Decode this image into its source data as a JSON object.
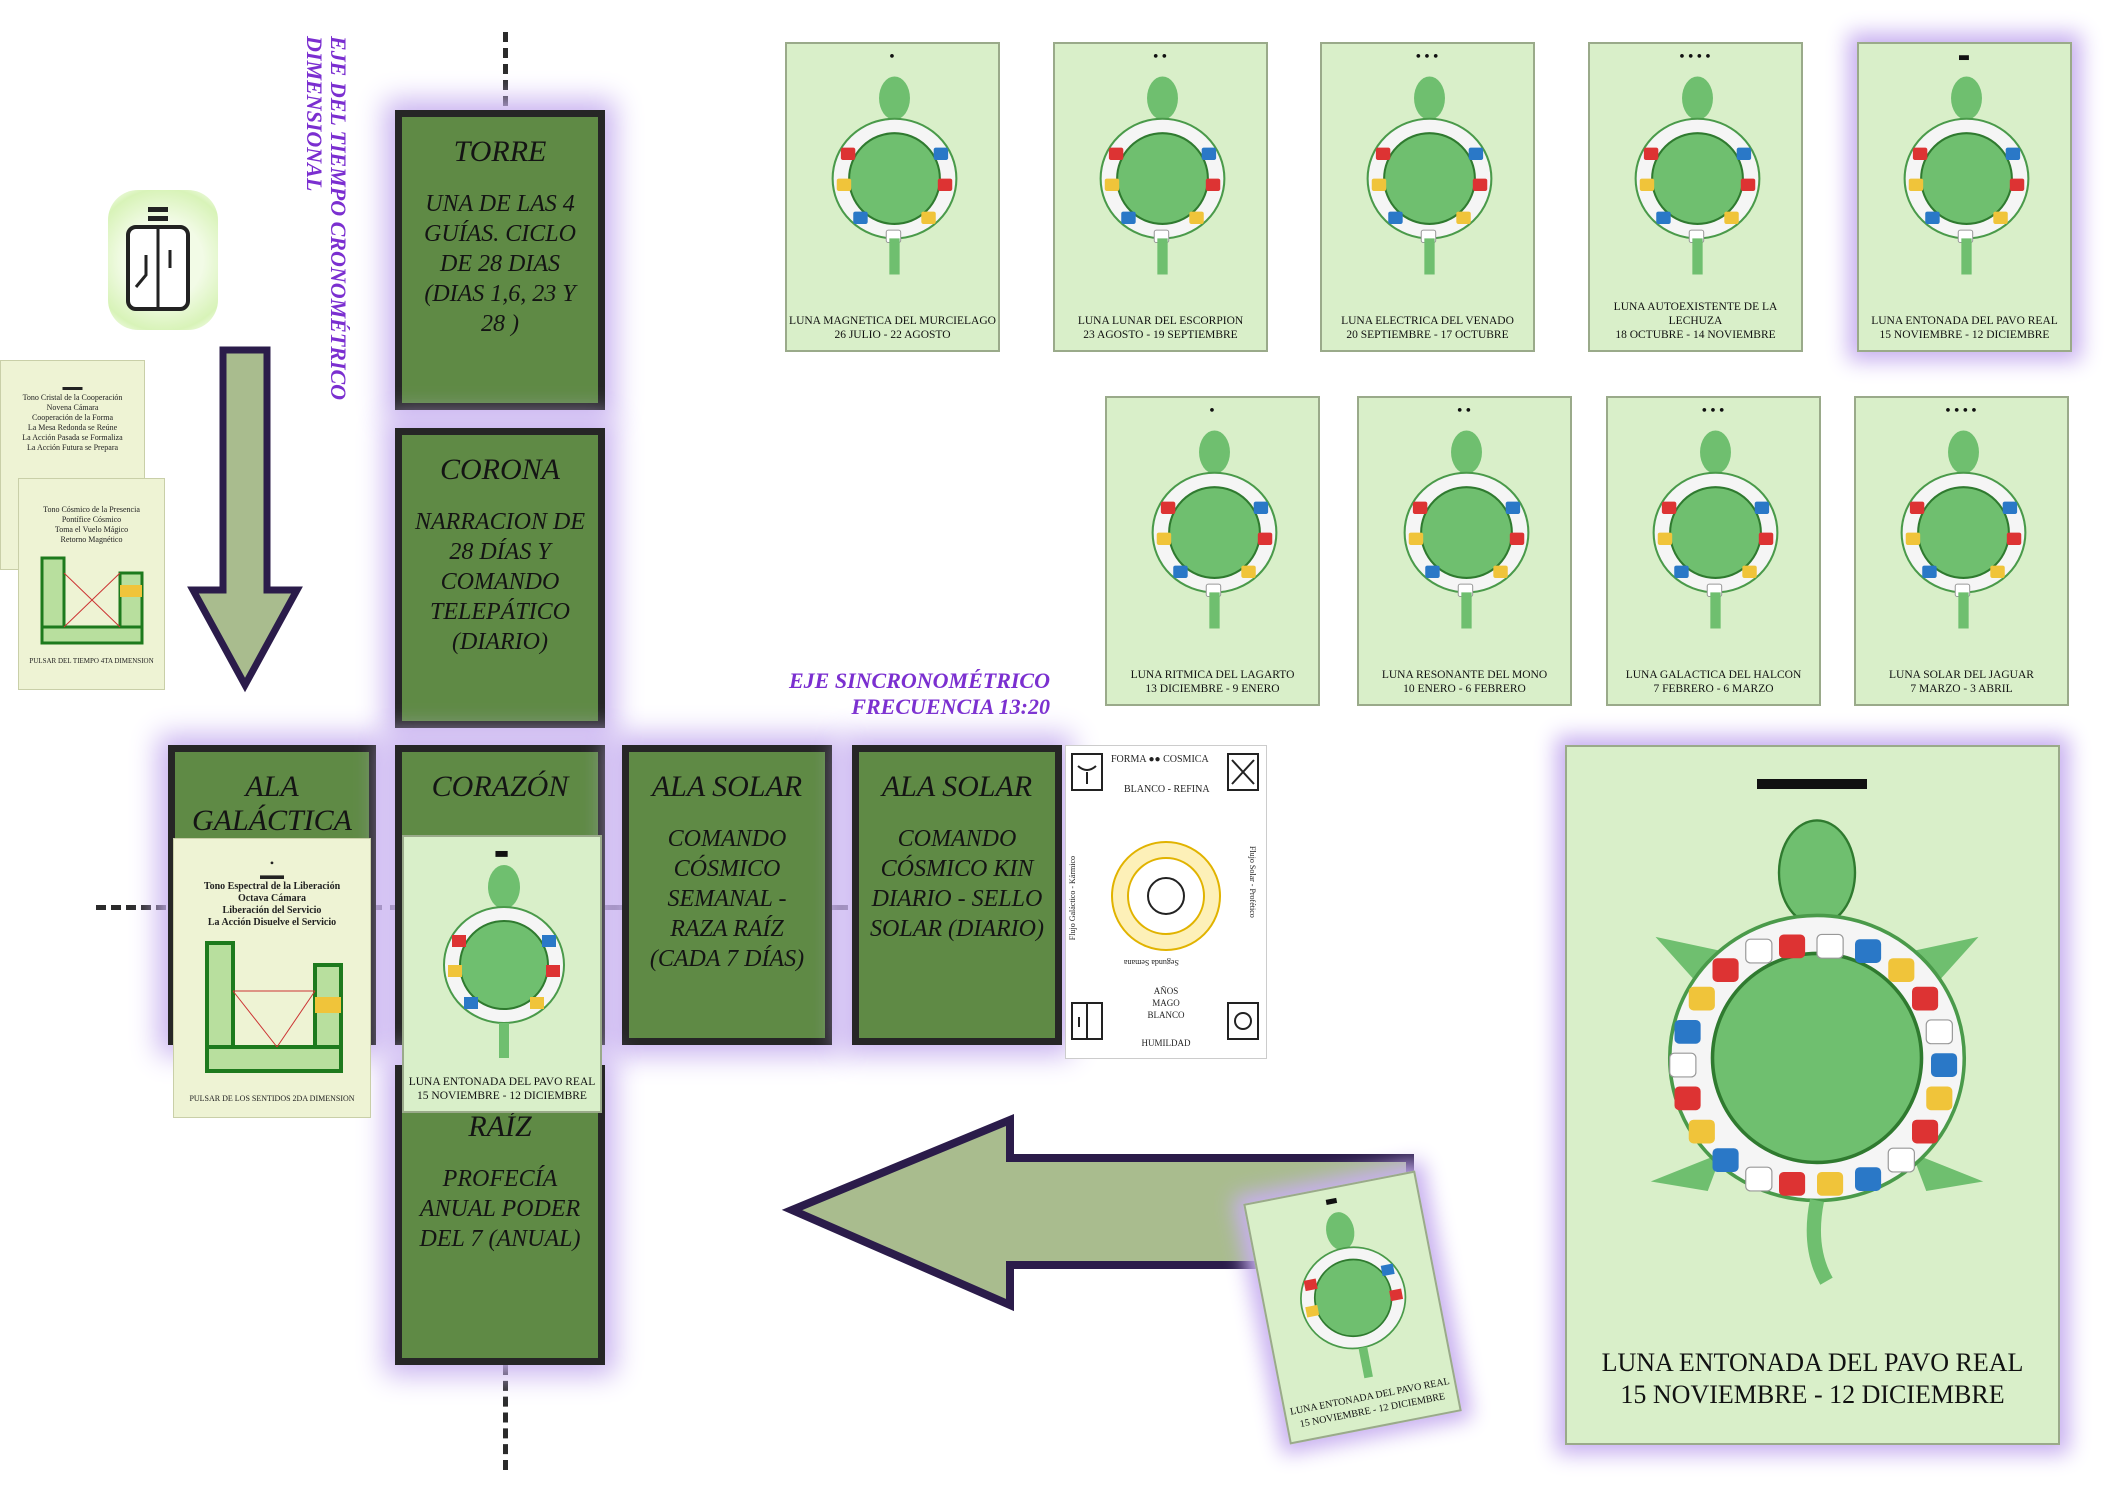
{
  "axes": {
    "vertical_label_1": "EJE DEL TIEMPO CRONOMÉTRICO",
    "vertical_label_2": "DIMENSIONAL",
    "horizontal_label_1": "EJE SINCRONOMÉTRICO",
    "horizontal_label_2": "FRECUENCIA 13:20"
  },
  "boxes": {
    "torre": {
      "title": "TORRE",
      "text": "UNA DE LAS 4 GUÍAS. CICLO DE 28 DIAS (DIAS 1,6, 23 Y 28 )"
    },
    "corona": {
      "title": "CORONA",
      "text": "NARRACION DE 28 DÍAS Y COMANDO TELEPÁTICO (DIARIO)"
    },
    "ala_galactica": {
      "title": "ALA GALÁCTICA"
    },
    "corazon": {
      "title": "CORAZÓN"
    },
    "ala_solar_1": {
      "title": "ALA SOLAR",
      "text": "COMANDO CÓSMICO SEMANAL - RAZA RAÍZ (CADA 7 DÍAS)"
    },
    "ala_solar_2": {
      "title": "ALA SOLAR",
      "text": "COMANDO CÓSMICO KIN DIARIO - SELLO SOLAR (DIARIO)"
    },
    "raiz": {
      "title": "RAÍZ",
      "text": "PROFECÍA ANUAL PODER DEL 7 (ANUAL)"
    }
  },
  "moon_cards": [
    {
      "dots": "•",
      "name": "LUNA MAGNETICA DEL MURCIELAGO",
      "dates": "26 JULIO - 22 AGOSTO"
    },
    {
      "dots": "••",
      "name": "LUNA LUNAR DEL ESCORPION",
      "dates": "23 AGOSTO - 19 SEPTIEMBRE"
    },
    {
      "dots": "•••",
      "name": "LUNA ELECTRICA DEL VENADO",
      "dates": "20 SEPTIEMBRE - 17 OCTUBRE"
    },
    {
      "dots": "••••",
      "name": "LUNA AUTOEXISTENTE DE LA LECHUZA",
      "dates": "18 OCTUBRE - 14 NOVIEMBRE"
    },
    {
      "dots": "▬",
      "name": "LUNA ENTONADA DEL PAVO REAL",
      "dates": "15 NOVIEMBRE - 12 DICIEMBRE"
    },
    {
      "dots": "•",
      "name": "LUNA RITMICA DEL LAGARTO",
      "dates": "13 DICIEMBRE - 9 ENERO"
    },
    {
      "dots": "••",
      "name": "LUNA RESONANTE DEL MONO",
      "dates": "10 ENERO - 6 FEBRERO"
    },
    {
      "dots": "•••",
      "name": "LUNA GALACTICA DEL HALCON",
      "dates": "7 FEBRERO - 6 MARZO"
    },
    {
      "dots": "••••",
      "name": "LUNA SOLAR DEL JAGUAR",
      "dates": "7 MARZO - 3 ABRIL"
    }
  ],
  "center_card": {
    "name": "LUNA ENTONADA DEL PAVO REAL",
    "dates": "15 NOVIEMBRE - 12 DICIEMBRE"
  },
  "tilted_card": {
    "name": "LUNA ENTONADA DEL PAVO REAL",
    "dates": "15 NOVIEMBRE - 12 DICIEMBRE"
  },
  "big_card": {
    "name": "LUNA ENTONADA DEL PAVO REAL",
    "dates": "15 NOVIEMBRE - 12 DICIEMBRE"
  },
  "tone_cards": {
    "top": {
      "lines": [
        "Tono Cristal de la Cooperación",
        "Novena Cámara",
        "Cooperación de la Forma",
        "La Mesa Redonda se Reúne",
        "La Acción Pasada se Formaliza",
        "La Acción Futura se Prepara"
      ]
    },
    "middle": {
      "lines": [
        "Tono Cósmico de la Presencia",
        "Pontífice Cósmico",
        "Toma el Vuelo Mágico",
        "Retorno Magnético"
      ],
      "footer": "PULSAR DEL TIEMPO 4TA DIMENSION"
    },
    "front": {
      "lines": [
        "Tono Espectral de la Liberación",
        "Octava Cámara",
        "Liberación del Servicio",
        "La Acción Disuelve el Servicio"
      ],
      "footer": "PULSAR DE LOS SENTIDOS 2DA DIMENSION"
    }
  },
  "oracle_card": {
    "top": "FORMA ●● COSMICA",
    "sub": "BLANCO - REFINA",
    "left": "Flujo Galáctico - Kármico",
    "right": "Flujo Solar - Profético",
    "center_top": "Segunda Semana",
    "bottom_1": "AÑOS",
    "bottom_2": "MAGO",
    "bottom_3": "BLANCO",
    "footer": "HUMILDAD"
  }
}
